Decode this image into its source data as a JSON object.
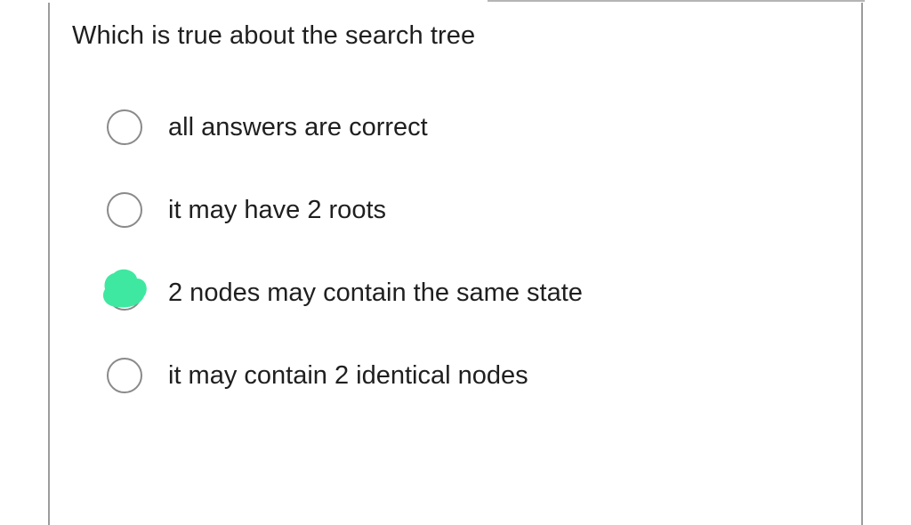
{
  "quiz": {
    "question": "Which is true about the search tree",
    "options": [
      {
        "label": "all answers are correct",
        "selected": false
      },
      {
        "label": "it may have 2 roots",
        "selected": false
      },
      {
        "label": "2 nodes may contain the same state",
        "selected": true
      },
      {
        "label": "it may contain 2 identical nodes",
        "selected": false
      }
    ]
  },
  "colors": {
    "highlight": "#3ee8a0",
    "border": "#9c9c9c",
    "text": "#1f1f1f"
  },
  "icons": {
    "radio": "radio-circle-icon",
    "mark": "green-highlight-mark-icon"
  }
}
